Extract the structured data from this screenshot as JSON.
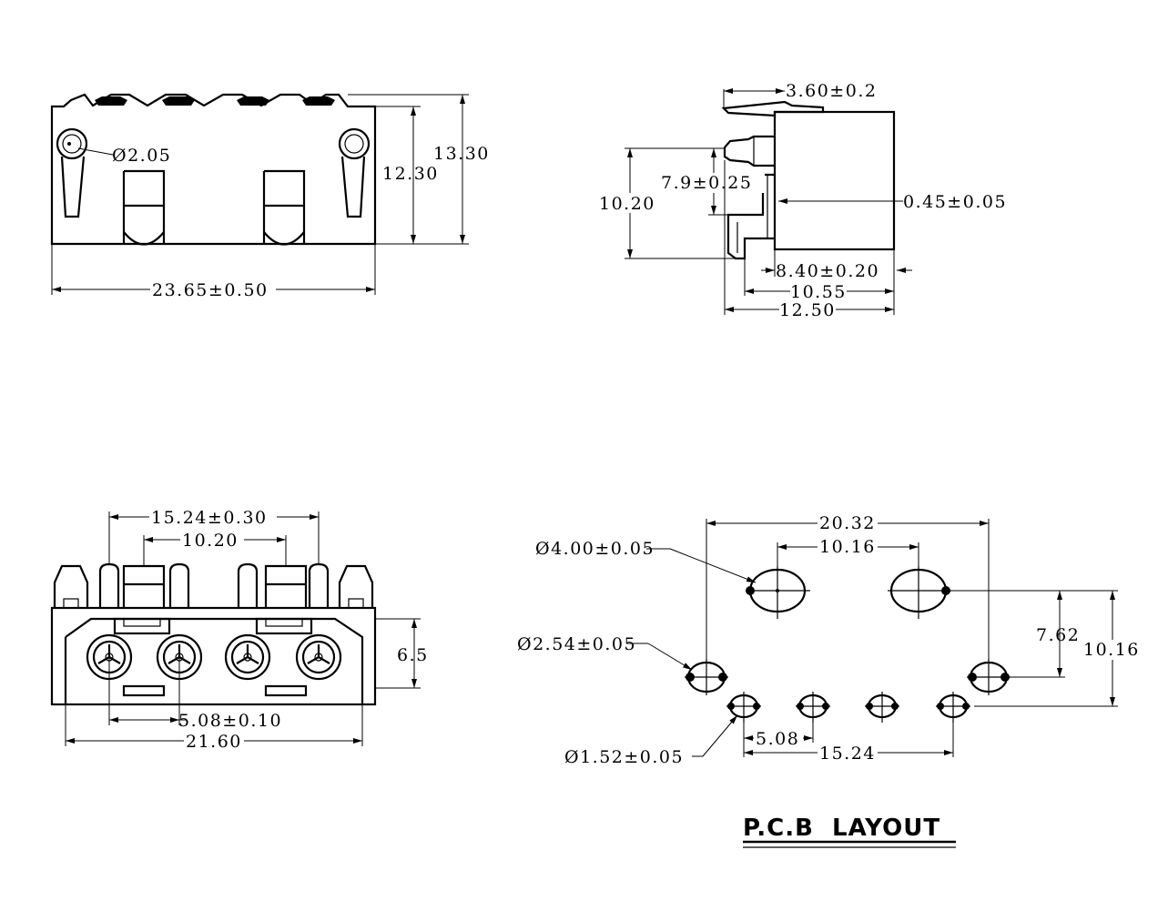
{
  "colors": {
    "line": "#000000",
    "background": "#ffffff"
  },
  "views": {
    "front": {
      "dim_hole": "Ø2.05",
      "dim_height_inner": "12.30",
      "dim_height_outer": "13.30",
      "dim_width": "23.65±0.50"
    },
    "side": {
      "dim_top": "3.60±0.2",
      "dim_pin_height": "7.9±0.25",
      "dim_total_height": "10.20",
      "dim_wall": "0.45±0.05",
      "dim_body": "8.40±0.20",
      "dim_depth_mid": "10.55",
      "dim_depth_total": "12.50"
    },
    "bottom": {
      "dim_outer_pitch": "15.24±0.30",
      "dim_inner_pitch": "10.20",
      "dim_height": "6.5",
      "dim_pitch": "5.08±0.10",
      "dim_width": "21.60"
    },
    "pcb": {
      "dim_total_width": "20.32",
      "dim_large_pitch": "10.16",
      "dim_large_hole": "Ø4.00±0.05",
      "dim_mid_hole": "Ø2.54±0.05",
      "dim_small_hole": "Ø1.52±0.05",
      "dim_row_offset": "7.62",
      "dim_total_height": "10.16",
      "dim_pitch": "5.08",
      "dim_pin_span": "15.24",
      "title": "P.C.B  LAYOUT"
    }
  }
}
